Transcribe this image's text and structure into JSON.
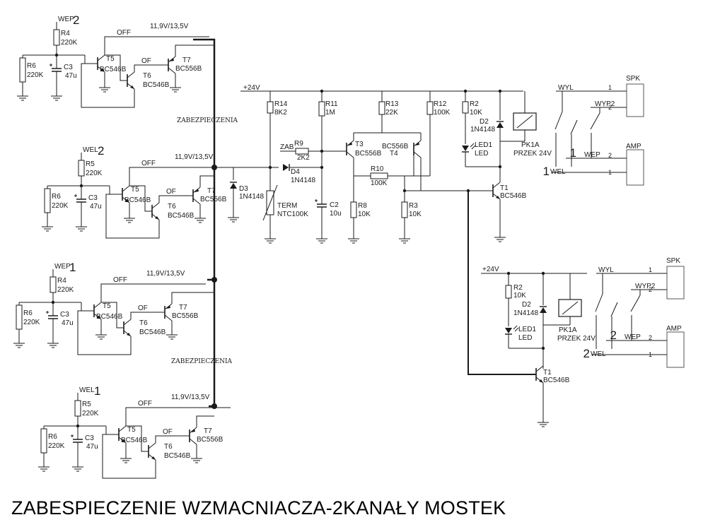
{
  "title": "ZABESPIECZENIE WZMACNIACZA-2KANAŁY MOSTEK",
  "colors": {
    "line": "#1a1a1a",
    "background": "#ffffff"
  },
  "channels": [
    {
      "input_label": "WEP",
      "input_number": "2",
      "resistors": [
        "R4",
        "220K",
        "R6",
        "220K"
      ],
      "capacitor": [
        "C3",
        "47u"
      ],
      "transistors": [
        "T5",
        "BC546B",
        "T6",
        "BC546B",
        "T7",
        "BC556B"
      ],
      "off_label": "OFF",
      "of_label": "OF",
      "voltage": "11,9V/13,5V"
    },
    {
      "input_label": "WEL",
      "input_number": "2",
      "resistors": [
        "R5",
        "220K",
        "R6",
        "220K"
      ],
      "capacitor": [
        "C3",
        "47u"
      ],
      "transistors": [
        "T5",
        "BC546B",
        "T6",
        "BC546B",
        "T7",
        "BC556B"
      ],
      "off_label": "OFF",
      "of_label": "OF",
      "voltage": "11,9V/13,5V"
    },
    {
      "input_label": "WEP",
      "input_number": "1",
      "resistors": [
        "R4",
        "220K",
        "R6",
        "220K"
      ],
      "capacitor": [
        "C3",
        "47u"
      ],
      "transistors": [
        "T5",
        "BC546B",
        "T6",
        "BC546B",
        "T7",
        "BC556B"
      ],
      "off_label": "OFF",
      "of_label": "OF",
      "voltage": "11,9V/13,5V"
    },
    {
      "input_label": "WEL",
      "input_number": "1",
      "resistors": [
        "R5",
        "220K",
        "R6",
        "220K"
      ],
      "capacitor": [
        "C3",
        "47u"
      ],
      "transistors": [
        "T5",
        "BC546B",
        "T6",
        "BC546B",
        "T7",
        "BC556B"
      ],
      "off_label": "OFF",
      "of_label": "OF",
      "voltage": "11,9V/13,5V"
    }
  ],
  "section_label": "ZABEZPIECZENIA",
  "main": {
    "supply": "+24V",
    "zab": "ZAB",
    "r9": [
      "R9",
      "2K2"
    ],
    "d3": [
      "D3",
      "1N4148"
    ],
    "d4": [
      "D4",
      "1N4148"
    ],
    "r14": [
      "R14",
      "8K2"
    ],
    "term": [
      "TERM",
      "NTC100K"
    ],
    "r11": [
      "R11",
      "1M"
    ],
    "c2": [
      "C2",
      "10u"
    ],
    "t3": [
      "T3",
      "BC556B"
    ],
    "t4": [
      "BC556B",
      "T4"
    ],
    "r13": [
      "R13",
      "22K"
    ],
    "r12": [
      "R12",
      "100K"
    ],
    "r10": [
      "R10",
      "100K"
    ],
    "r8": [
      "R8",
      "10K"
    ],
    "r3": [
      "R3",
      "10K"
    ],
    "r2": [
      "R2",
      "10K"
    ],
    "d2": [
      "D2",
      "1N4148"
    ],
    "led": [
      "LED1",
      "LED"
    ],
    "t1": [
      "T1",
      "BC546B"
    ],
    "relay": [
      "PK1A",
      "PRZEK 24V"
    ]
  },
  "second": {
    "supply": "+24V",
    "r2": [
      "R2",
      "10K"
    ],
    "d2": [
      "D2",
      "1N4148"
    ],
    "led": [
      "LED1",
      "LED"
    ],
    "t1": [
      "T1",
      "BC546B"
    ],
    "relay": [
      "PK1A",
      "PRZEK 24V"
    ]
  },
  "outputs": [
    {
      "labels": [
        "WYL",
        "WYP2",
        "WEP",
        "WEL"
      ],
      "numbers": [
        "1",
        "1"
      ],
      "spk": "SPK",
      "amp": "AMP",
      "pins": [
        "1",
        "2",
        "2",
        "1"
      ]
    },
    {
      "labels": [
        "WYL",
        "WYP2",
        "WEP",
        "WEL"
      ],
      "numbers": [
        "2",
        "2"
      ],
      "spk": "SPK",
      "amp": "AMP",
      "pins": [
        "1",
        "2",
        "2",
        "1"
      ]
    }
  ]
}
